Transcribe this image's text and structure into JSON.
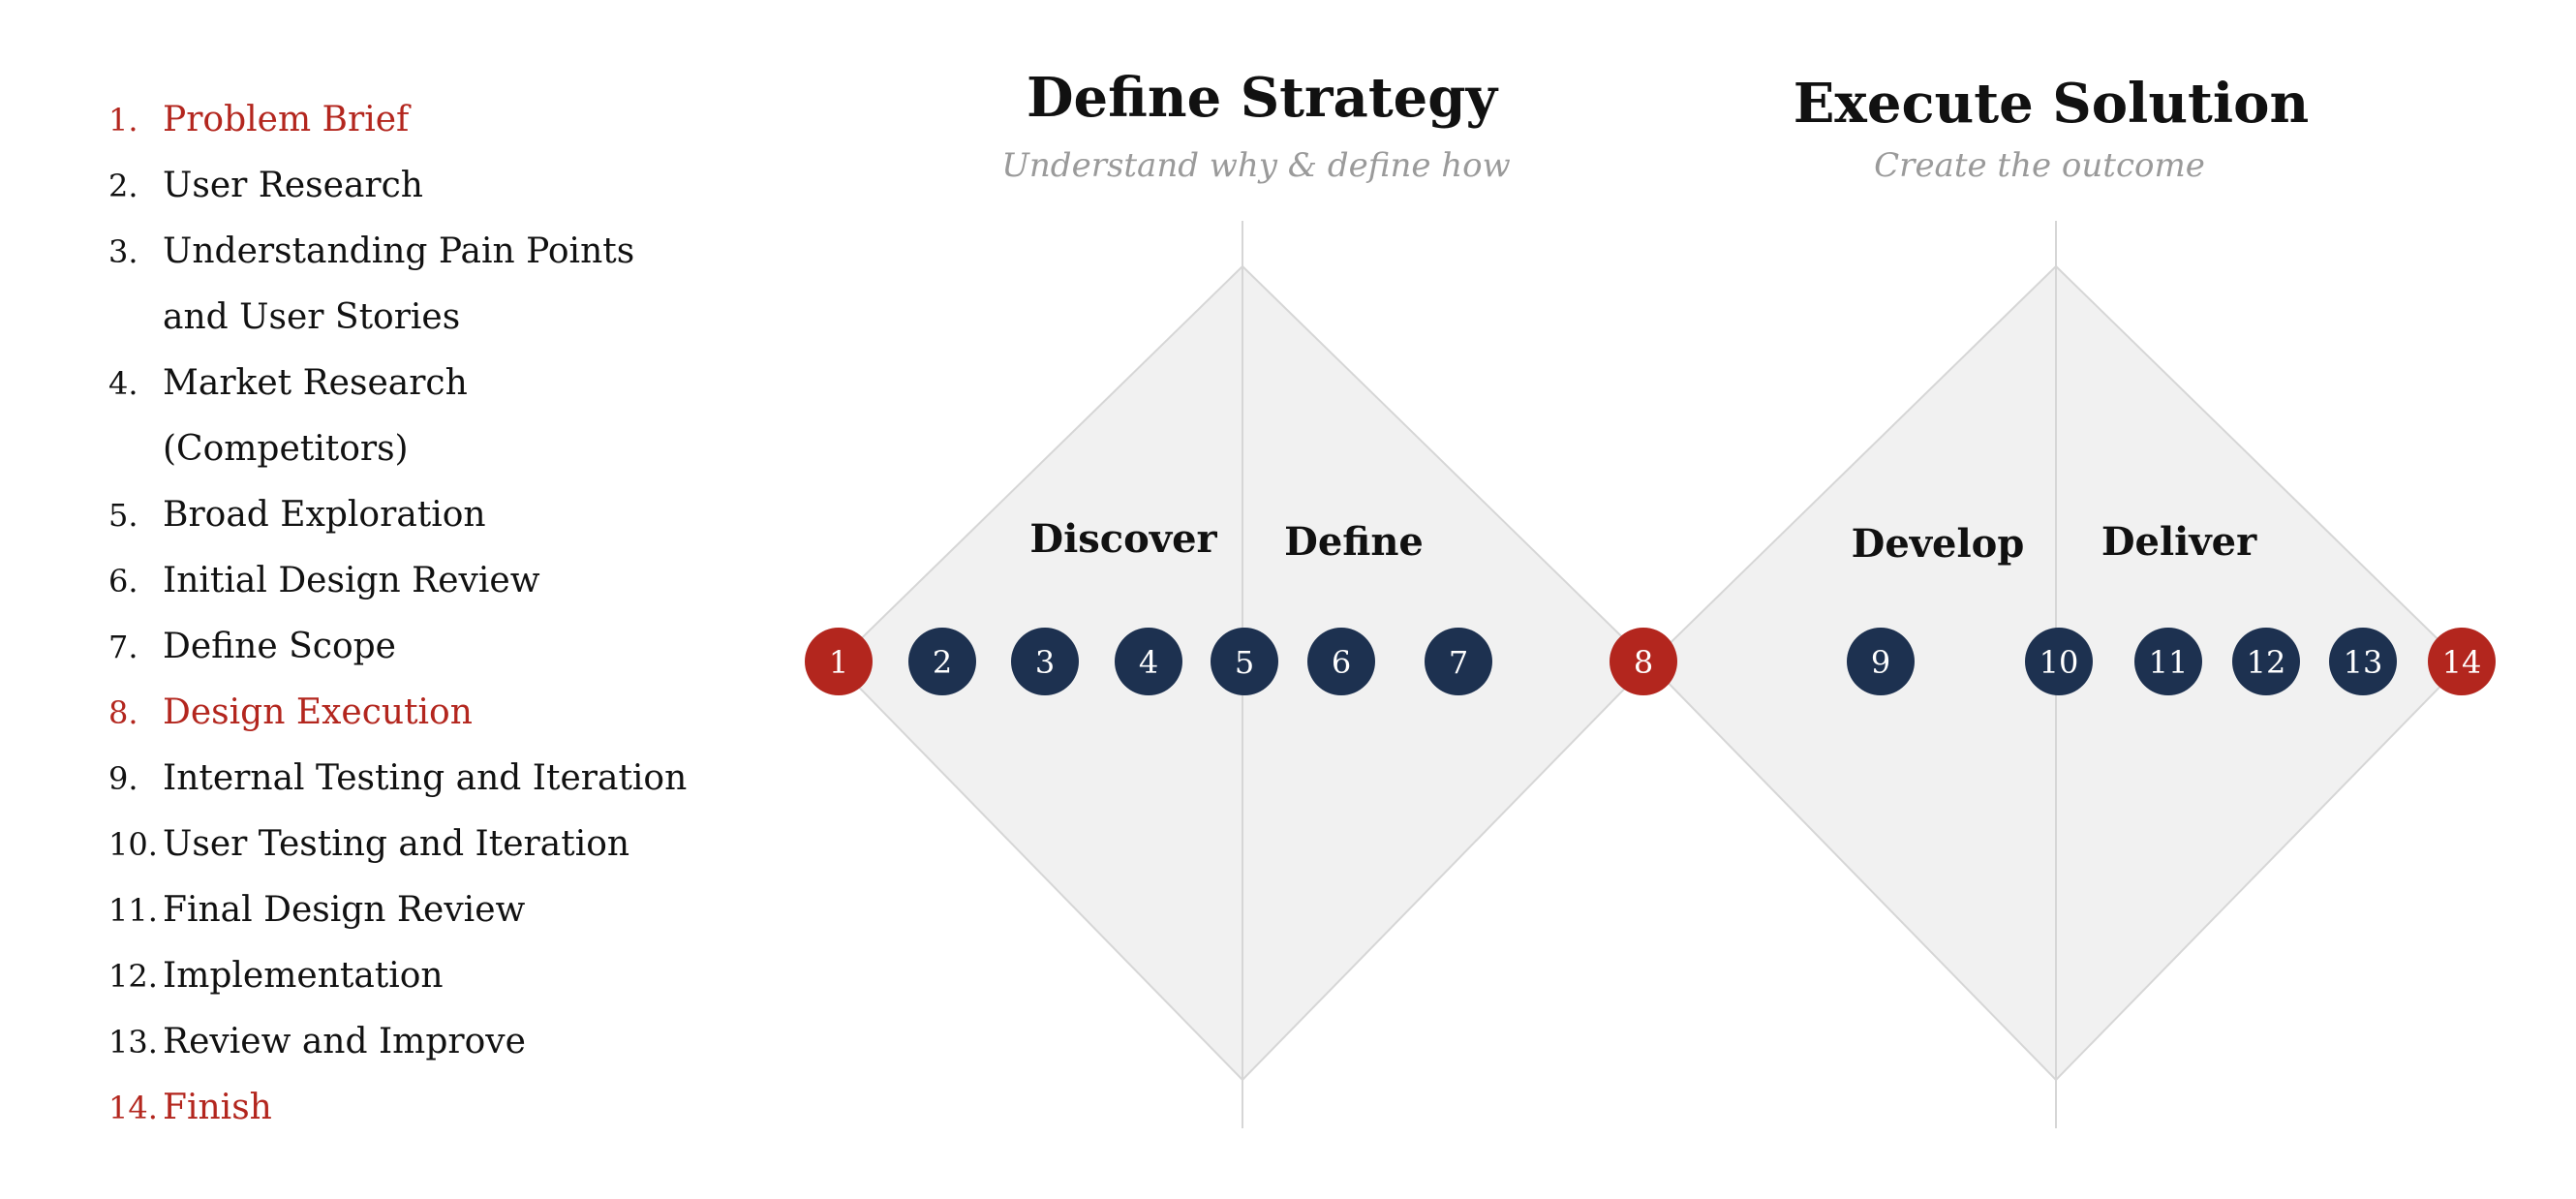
{
  "colors": {
    "accent": "#b3261e",
    "node": "#1d3150",
    "diamond_fill": "#f1f1f1",
    "diamond_stroke": "#d6d6d6",
    "subtitle": "#9a9a9a"
  },
  "steps": [
    {
      "num": "1.",
      "label": "Problem Brief",
      "highlight": true
    },
    {
      "num": "2.",
      "label": "User Research",
      "highlight": false
    },
    {
      "num": "3.",
      "label": "Understanding Pain Points",
      "highlight": false
    },
    {
      "num": "",
      "label": "and User Stories",
      "highlight": false
    },
    {
      "num": "4.",
      "label": "Market Research",
      "highlight": false
    },
    {
      "num": "",
      "label": "(Competitors)",
      "highlight": false
    },
    {
      "num": "5.",
      "label": "Broad Exploration",
      "highlight": false
    },
    {
      "num": "6.",
      "label": "Initial Design Review",
      "highlight": false
    },
    {
      "num": "7.",
      "label": "Define Scope",
      "highlight": false
    },
    {
      "num": "8.",
      "label": "Design Execution",
      "highlight": true
    },
    {
      "num": "9.",
      "label": "Internal Testing and Iteration",
      "highlight": false
    },
    {
      "num": "10.",
      "label": "User Testing and Iteration",
      "highlight": false
    },
    {
      "num": "11.",
      "label": "Final Design Review",
      "highlight": false
    },
    {
      "num": "12.",
      "label": "Implementation",
      "highlight": false
    },
    {
      "num": "13.",
      "label": "Review and Improve",
      "highlight": false
    },
    {
      "num": "14.",
      "label": "Finish",
      "highlight": true
    }
  ],
  "phases": [
    {
      "title": "Define Strategy",
      "subtitle": "Understand why & define how"
    },
    {
      "title": "Execute Solution",
      "subtitle": "Create the outcome"
    }
  ],
  "sections": [
    "Discover",
    "Define",
    "Develop",
    "Deliver"
  ],
  "nodes": [
    {
      "label": "1",
      "highlight": true
    },
    {
      "label": "2",
      "highlight": false
    },
    {
      "label": "3",
      "highlight": false
    },
    {
      "label": "4",
      "highlight": false
    },
    {
      "label": "5",
      "highlight": false
    },
    {
      "label": "6",
      "highlight": false
    },
    {
      "label": "7",
      "highlight": false
    },
    {
      "label": "8",
      "highlight": true
    },
    {
      "label": "9",
      "highlight": false
    },
    {
      "label": "10",
      "highlight": false
    },
    {
      "label": "11",
      "highlight": false
    },
    {
      "label": "12",
      "highlight": false
    },
    {
      "label": "13",
      "highlight": false
    },
    {
      "label": "14",
      "highlight": true
    }
  ]
}
